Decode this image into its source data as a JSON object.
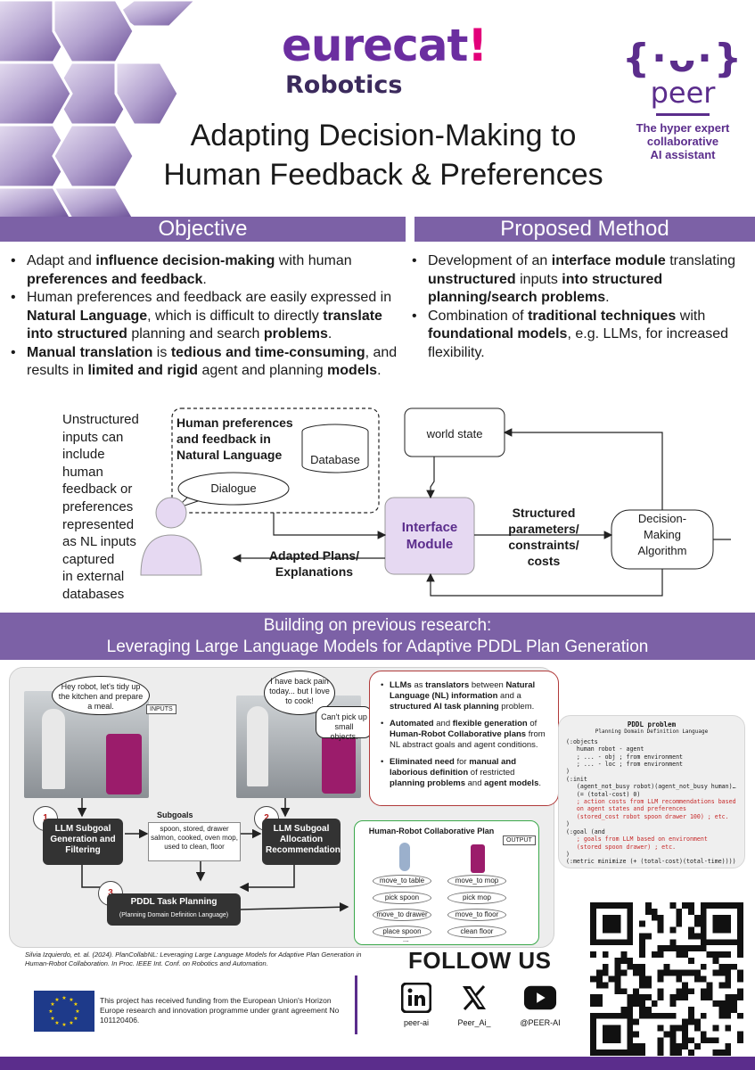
{
  "header": {
    "logo_eurecat": "eurecat",
    "logo_eurecat_bang": "!",
    "logo_robotics": "Robotics",
    "title_line1": "Adapting Decision-Making to",
    "title_line2": "Human Feedback & Preferences",
    "peer_face": "{·ᴗ·}",
    "peer_word": "peer",
    "peer_tag_line1": "The hyper expert",
    "peer_tag_line2": "collaborative",
    "peer_tag_line3": "AI assistant"
  },
  "objective": {
    "heading": "Objective",
    "items": [
      "Adapt and influence decision-making with human preferences and feedback.",
      "Human preferences and feedback are easily expressed in Natural Language, which is difficult to directly translate into structured planning and search problems.",
      "Manual translation is tedious and time-consuming, and results in limited and rigid agent and planning models."
    ]
  },
  "proposed": {
    "heading": "Proposed Method",
    "items": [
      "Development of an interface module translating unstructured inputs into structured planning/search problems.",
      "Combination of traditional techniques with foundational models, e.g. LLMs, for increased flexibility."
    ]
  },
  "diagram": {
    "side_note": [
      "Unstructured",
      "inputs can",
      "include",
      "human",
      "feedback or",
      "preferences",
      "represented",
      "as NL inputs",
      "captured",
      "in external",
      "databases"
    ],
    "human_pref_box": [
      "Human preferences",
      "and feedback in",
      "Natural Language"
    ],
    "database": "Database",
    "dialogue": "Dialogue",
    "world_state": "world state",
    "interface_module": [
      "Interface",
      "Module"
    ],
    "structured_params": [
      "Structured",
      "parameters/",
      "constraints/",
      "costs"
    ],
    "decision_algo": [
      "Decision-",
      "Making",
      "Algorithm"
    ],
    "adapted_plans": [
      "Adapted Plans/",
      "Explanations"
    ]
  },
  "building": {
    "line1": "Building on previous research:",
    "line2": "Leveraging Large Language Models for Adaptive PDDL Plan Generation"
  },
  "lower": {
    "bubble1": "Hey robot, let's tidy up the kitchen and prepare a meal.",
    "inputs_tag": "INPUTS",
    "bubble2": "I have back pain today... but I love to cook!",
    "bubble3": "Can't pick up small objects.",
    "step1_num": "1",
    "step1": "LLM Subgoal Generation and Filtering",
    "subgoals_label": "Subgoals",
    "subgoals_text": "spoon, stored, drawer salmon, cooked, oven mop, used to clean, floor",
    "step2_num": "2",
    "step2": "LLM Subgoal Allocation Recommendation",
    "step3_num": "3",
    "step3": "PDDL Task Planning",
    "step3_sub": "(Planning Domain Definition Language)",
    "plan_title": "Human-Robot Collaborative Plan",
    "output_tag": "OUTPUT",
    "human_actions": [
      "move_to table",
      "pick spoon",
      "move_to drawer",
      "place spoon"
    ],
    "robot_actions": [
      "move_to mop",
      "pick mop",
      "move_to floor",
      "clean floor"
    ],
    "ellipsis": "..."
  },
  "info": {
    "items": [
      "LLMs as translators between Natural Language (NL) information and a structured AI task planning problem.",
      "Automated and flexible generation of Human-Robot Collaborative plans from NL abstract goals and agent conditions.",
      "Eliminated need for manual and laborious definition of restricted planning problems and agent models."
    ]
  },
  "pddl": {
    "title": "PDDL problem",
    "subtitle": "Planning Domain Definition Language",
    "lines": [
      "(:objects",
      "   human robot - agent",
      "   ; ... - obj ; from environment",
      "   ; ... - loc ; from environment",
      ")",
      "(:init",
      "   (agent_not_busy robot)(agent_not_busy human)…",
      "   (= (total-cost) 0)"
    ],
    "red1": "   ; action costs from LLM recommendations based",
    "red2": "   on agent states and preferences",
    "red3": "   (stored_cost robot spoon drawer 100) ; etc.",
    "lines2": [
      ")",
      "(:goal (and"
    ],
    "red4": "   ; goals from LLM based on environment",
    "red5": "   (stored spoon drawer) ; etc.",
    "lines3": [
      ")",
      "(:metric minimize (+ (total-cost)(total-time))))"
    ]
  },
  "citation": "Silvia Izquierdo, et. al. (2024). PlanCollabNL: Leveraging Large Language Models for Adaptive Plan Generation in Human-Robot Collaboration. In Proc. IEEE Int. Conf. on Robotics and Automation.",
  "follow": {
    "heading": "FOLLOW US",
    "linkedin": "peer-ai",
    "x": "Peer_Ai_",
    "youtube": "@PEER-AI"
  },
  "funding": "This project has received funding from the European Union's Horizon Europe research and innovation programme under grant agreement No 101120406.",
  "colors": {
    "purple": "#7c61a6",
    "dark_purple": "#5b2d8c",
    "interface_fill": "#e6d9f2",
    "red_text": "#c62828"
  }
}
